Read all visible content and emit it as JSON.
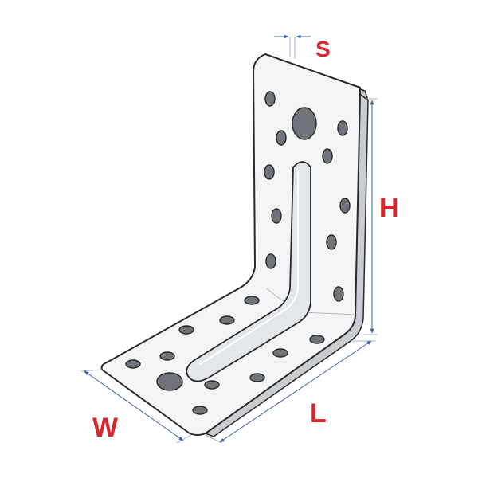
{
  "labels": {
    "s": "S",
    "h": "H",
    "l": "L",
    "w": "W"
  },
  "colors": {
    "label": "#d7252c",
    "dimension_line": "#3a63a8",
    "bracket_fill": "#f2f4f6",
    "bracket_stroke": "#2a2a2a",
    "hole_fill": "#6f747a",
    "hole_highlight": "#e9ecef"
  }
}
